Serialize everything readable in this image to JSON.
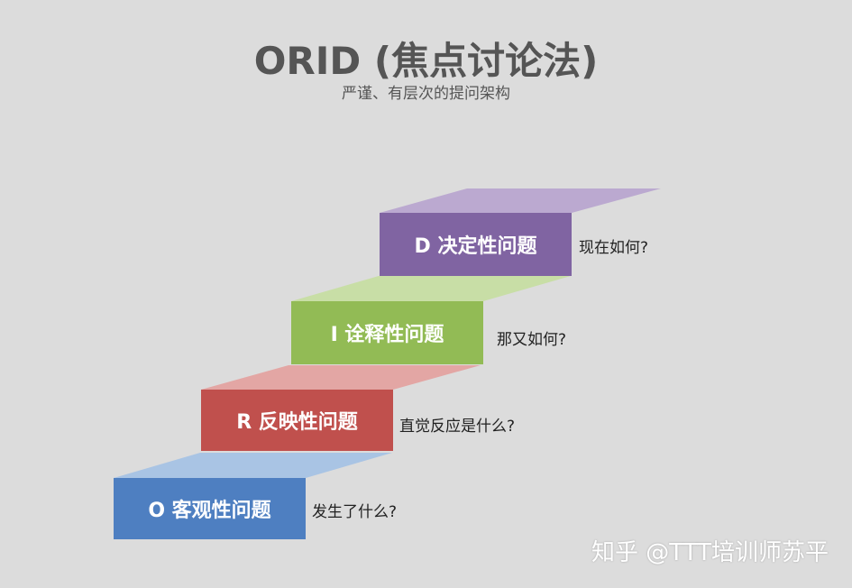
{
  "header": {
    "title": "ORID (焦点讨论法)",
    "subtitle": "严谨、有层次的提问架构"
  },
  "steps": [
    {
      "label": "O 客观性问题",
      "question": "发生了什么?",
      "front_color": "#4e7fc1",
      "top_color": "#a9c4e4"
    },
    {
      "label": "R 反映性问题",
      "question": "直觉反应是什么?",
      "front_color": "#c0504d",
      "top_color": "#e3a6a4"
    },
    {
      "label": "I 诠释性问题",
      "question": "那又如何?",
      "front_color": "#92bb55",
      "top_color": "#c8dea6"
    },
    {
      "label": "D 决定性问题",
      "question": "现在如何?",
      "front_color": "#8064a2",
      "top_color": "#bba9d0"
    }
  ],
  "watermark": "知乎 @TTT培训师苏平"
}
